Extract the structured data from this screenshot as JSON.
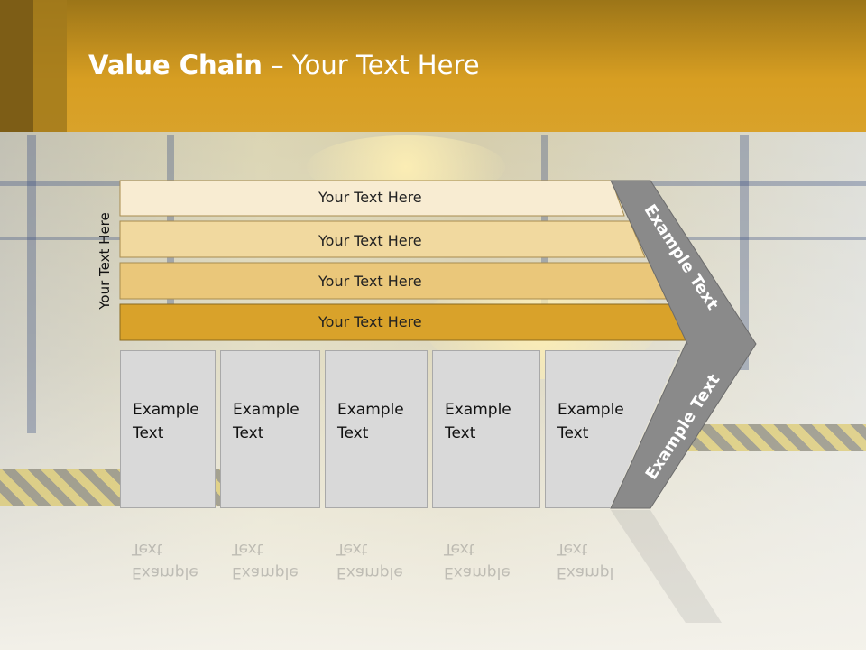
{
  "header": {
    "title_bold": "Value Chain",
    "title_rest": " – Your Text Here"
  },
  "side_label": "Your Text Here",
  "stripes": [
    {
      "label": "Your Text Here"
    },
    {
      "label": "Your Text Here"
    },
    {
      "label": "Your Text Here"
    },
    {
      "label": "Your Text Here"
    }
  ],
  "boxes": [
    {
      "label": "Example\nText"
    },
    {
      "label": "Example\nText"
    },
    {
      "label": "Example\nText"
    },
    {
      "label": "Example\nText"
    },
    {
      "label": "Example\nText"
    }
  ],
  "chevron": {
    "upper": "Example Text",
    "lower": "Example Text"
  },
  "colors": {
    "header": "#d9a22a",
    "stripe1": "#f8ecd2",
    "stripe2": "#f1d99f",
    "stripe3": "#eac77a",
    "stripe4": "#d9a22a",
    "box": "#d9d9d9",
    "chevron": "#8a8a8a"
  }
}
